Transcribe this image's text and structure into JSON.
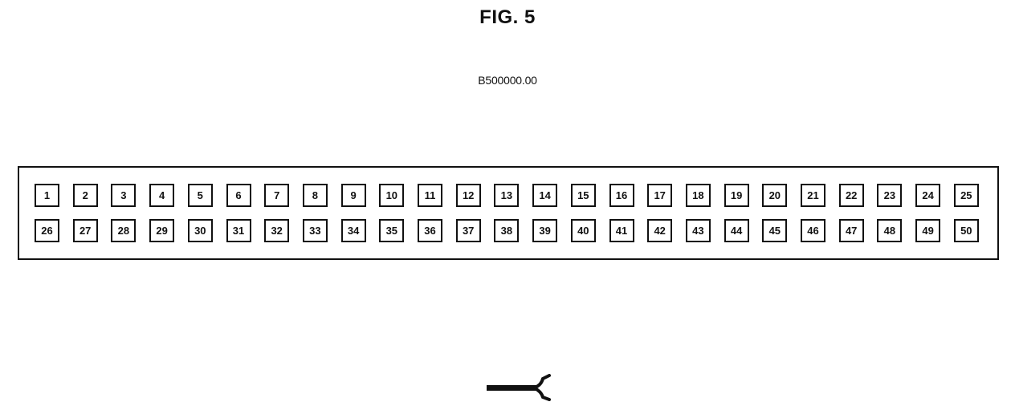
{
  "figure": {
    "title": "FIG. 5",
    "reference": "B500000.00"
  },
  "connector": {
    "rows": [
      [
        "1",
        "2",
        "3",
        "4",
        "5",
        "6",
        "7",
        "8",
        "9",
        "10",
        "11",
        "12",
        "13",
        "14",
        "15",
        "16",
        "17",
        "18",
        "19",
        "20",
        "21",
        "22",
        "23",
        "24",
        "25"
      ],
      [
        "26",
        "27",
        "28",
        "29",
        "30",
        "31",
        "32",
        "33",
        "34",
        "35",
        "36",
        "37",
        "38",
        "39",
        "40",
        "41",
        "42",
        "43",
        "44",
        "45",
        "46",
        "47",
        "48",
        "49",
        "50"
      ]
    ]
  },
  "icons": {
    "key": "connector-key-icon"
  }
}
